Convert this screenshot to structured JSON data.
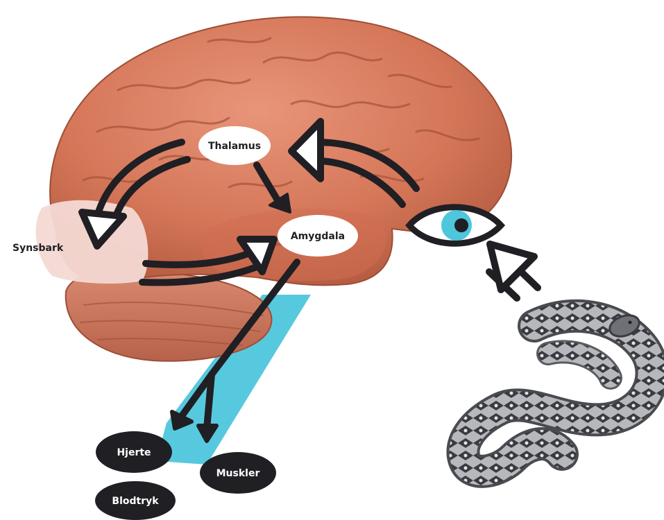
{
  "labels": {
    "thalamus": "Thalamus",
    "amygdala": "Amygdala",
    "synsbark": "Synsbark",
    "hjerte": "Hjerte",
    "muskler": "Muskler",
    "blodtryk": "Blodtryk"
  },
  "colors": {
    "brain": "#d97b60",
    "brain_dark": "#b55a41",
    "brainstem_cyan": "#4ec6dc",
    "visual_cortex_pink": "#f4d9d4",
    "arrow": "#1f1f24",
    "eye_iris": "#4ec6dc",
    "snake_body": "#9a9ca1",
    "node_dark": "#1f1f24"
  },
  "icons": [
    "eye-icon",
    "snake-image",
    "brain-image"
  ]
}
